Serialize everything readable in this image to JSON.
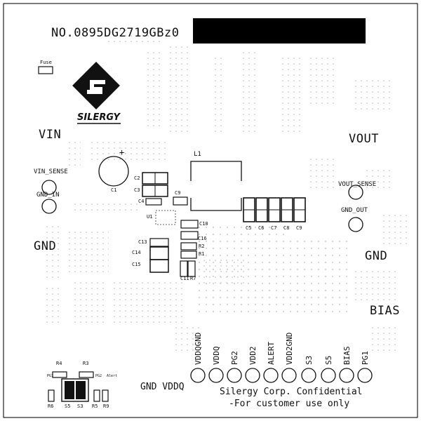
{
  "header": {
    "part_number": "NO.0895DG2719GBz0"
  },
  "logo": {
    "brand_text": "SILERGY"
  },
  "power_labels": {
    "vin": "VIN",
    "vout": "VOUT",
    "gnd_left": "GND",
    "gnd_right": "GND",
    "bias": "BIAS"
  },
  "test_points_left": {
    "vin_sense": "VIN_SENSE",
    "gnd_in": "GND_IN"
  },
  "test_points_right": {
    "vout_sense": "VOUT_SENSE",
    "gnd_out": "GND_OUT"
  },
  "components": {
    "fuse": "Fuse",
    "c1": "C1",
    "c2": "C2",
    "c3": "C3",
    "c4": "C4",
    "c9": "C9",
    "u1": "U1",
    "c10": "C10",
    "c16": "C16",
    "r2": "R2",
    "r1": "R1",
    "c11": "C11",
    "r7": "R7",
    "c13": "C13",
    "c14": "C14",
    "c15": "C15",
    "l1": "L1",
    "c5": "C5",
    "c6": "C6",
    "c7": "C7",
    "c8": "C8",
    "c9b": "C9",
    "r4": "R4",
    "r3": "R3",
    "pg1_small": "PG1",
    "pg2_small": "PG2",
    "alert_small": "Alert",
    "r6": "R6",
    "s5": "S5",
    "s3": "S3",
    "r5": "R5",
    "r9": "R9"
  },
  "signal_pads": [
    "VDDQGND",
    "VDDQ",
    "PG2",
    "VDD2",
    "ALERT",
    "VDD2GND",
    "S3",
    "S5",
    "BIAS",
    "PG1"
  ],
  "bottom_labels": {
    "gnd_vddq": "GND VDDQ"
  },
  "footer": {
    "line1": "Silergy Corp. Confidential",
    "line2": "-For customer use only"
  }
}
